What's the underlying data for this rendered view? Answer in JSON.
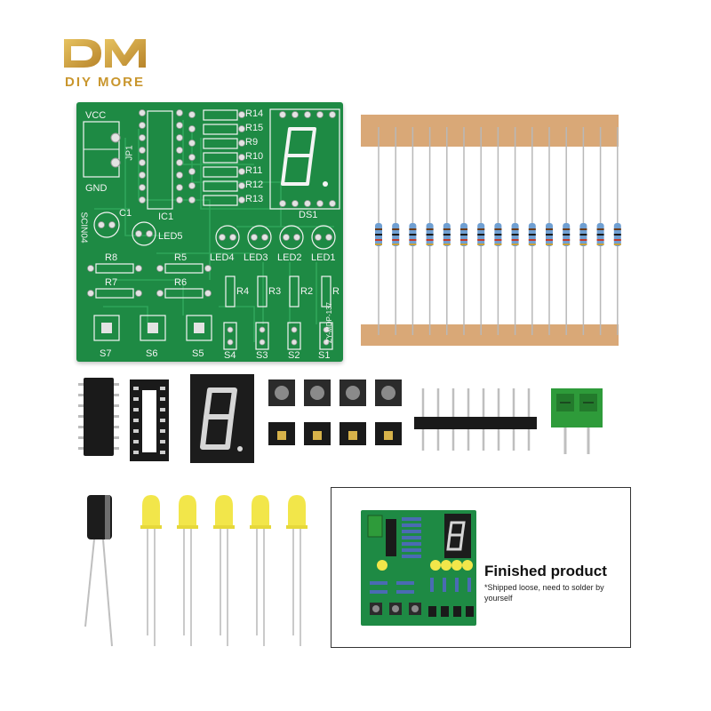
{
  "logo": {
    "mark": "DM",
    "text": "DIY MORE"
  },
  "pcb": {
    "labels": {
      "vcc": "VCC",
      "gnd": "GND",
      "jp1": "JP1",
      "ic1": "IC1",
      "c1": "C1",
      "scin04": "SCIN04",
      "led5": "LED5",
      "ds1": "DS1",
      "led4": "LED4",
      "led3": "LED3",
      "led2": "LED2",
      "led1": "LED1",
      "r8": "R8",
      "r5": "R5",
      "r7": "R7",
      "r6": "R6",
      "r4": "R4",
      "r3": "R3",
      "r2": "R2",
      "r1": "R",
      "s7": "S7",
      "s6": "S6",
      "s5": "S5",
      "s4": "S4",
      "s3": "S3",
      "s2": "S2",
      "s1": "S1",
      "code": "ZY-MDP-137"
    },
    "resistor_labels": [
      "R14",
      "R15",
      "R9",
      "R10",
      "R11",
      "R12",
      "R13"
    ]
  },
  "finished": {
    "title": "Finished product",
    "note": "*Shipped loose, need to solder by yourself"
  },
  "colors": {
    "pcb_green": "#1e8a44",
    "logo_gold": "#c9962d",
    "tape": "#d9a877",
    "led_yellow": "#f2e64a"
  }
}
